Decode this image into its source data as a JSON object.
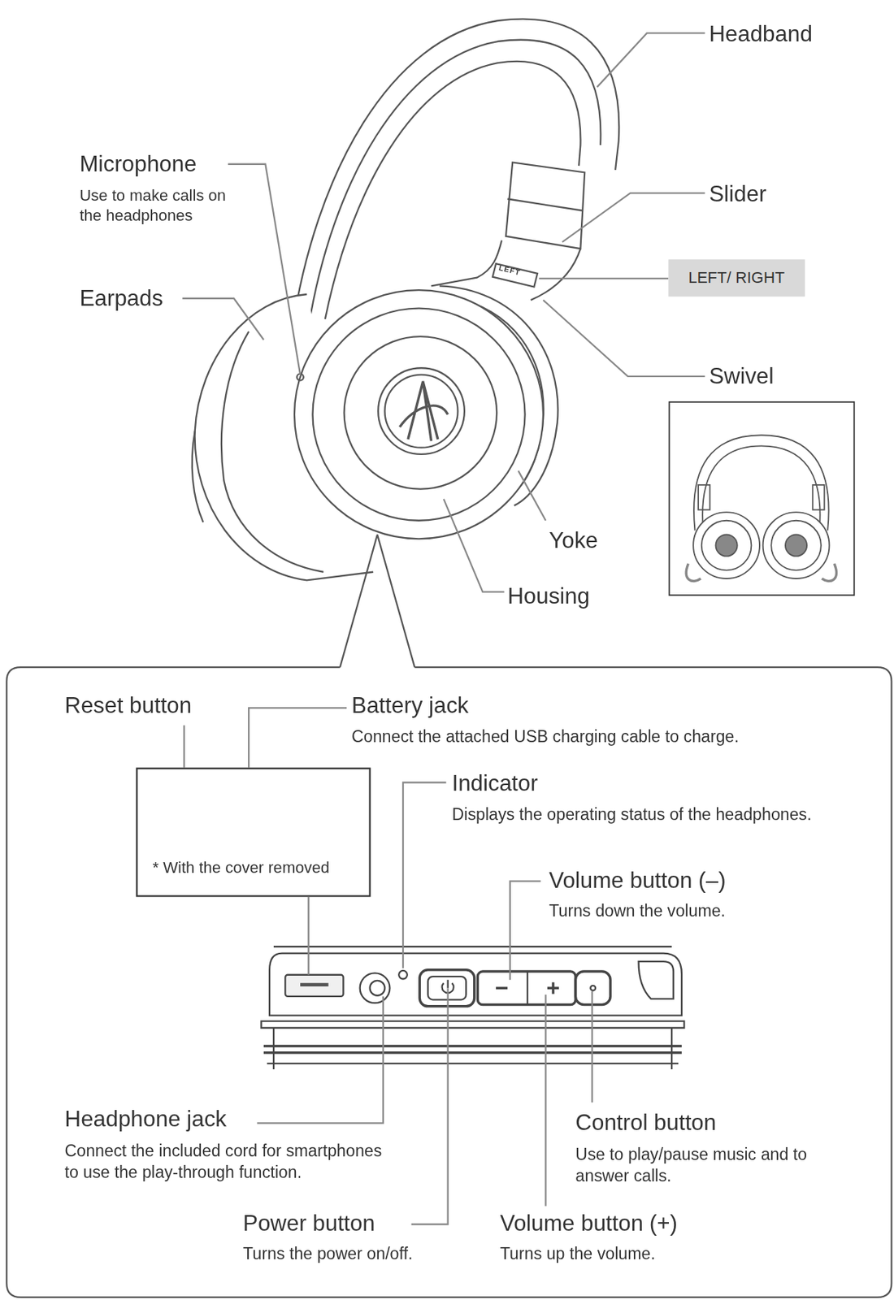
{
  "diagram": {
    "nodes": [
      {
        "text": [
          "LEFT/ RIGHT"
        ]
      },
      {
        "text": [
          "* With the cover removed"
        ]
      }
    ],
    "labels": [
      "Headband",
      "Microphone",
      "Use to make calls on the headphones",
      "Slider",
      "LEFT",
      "Earpads",
      "Swivel",
      "Yoke",
      "Housing",
      "Reset button",
      "Battery jack",
      "Connect the attached USB charging cable to charge.",
      "Indicator",
      "Displays the operating status of the headphones.",
      "Volume button (–)",
      "Turns down the volume.",
      "Headphone jack",
      "Connect the included cord for smartphones to use  the play-through function.",
      "Control button",
      "Use to play/pause music and to answer calls.",
      "Power button",
      "Turns the power on/off.",
      "Volume button (+)",
      "Turns up the volume."
    ]
  }
}
